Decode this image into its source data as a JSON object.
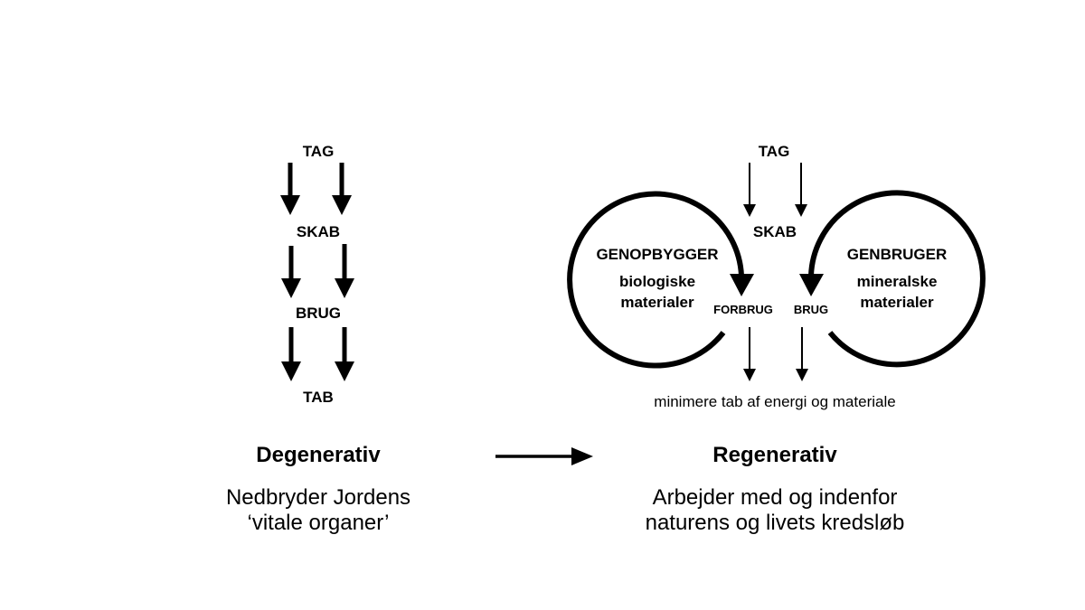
{
  "degenerative": {
    "steps": [
      "TAG",
      "SKAB",
      "BRUG",
      "TAB"
    ],
    "title": "Degenerativ",
    "description_line1": "Nedbryder Jordens",
    "description_line2": "‘vitale organer’"
  },
  "transition_arrow": {
    "icon": "right-arrow-icon"
  },
  "regenerative": {
    "top_label": "TAG",
    "middle_label": "SKAB",
    "left_loop": {
      "title": "GENOPBYGGER",
      "subtitle_line1": "biologiske",
      "subtitle_line2": "materialer",
      "exit_label": "FORBRUG"
    },
    "right_loop": {
      "title": "GENBRUGER",
      "subtitle_line1": "mineralske",
      "subtitle_line2": "materialer",
      "exit_label": "BRUG"
    },
    "bottom_note": "minimere tab af energi og materiale",
    "title": "Regenerativ",
    "description_line1": "Arbejder med og indenfor",
    "description_line2": "naturens og livets kredsløb"
  }
}
